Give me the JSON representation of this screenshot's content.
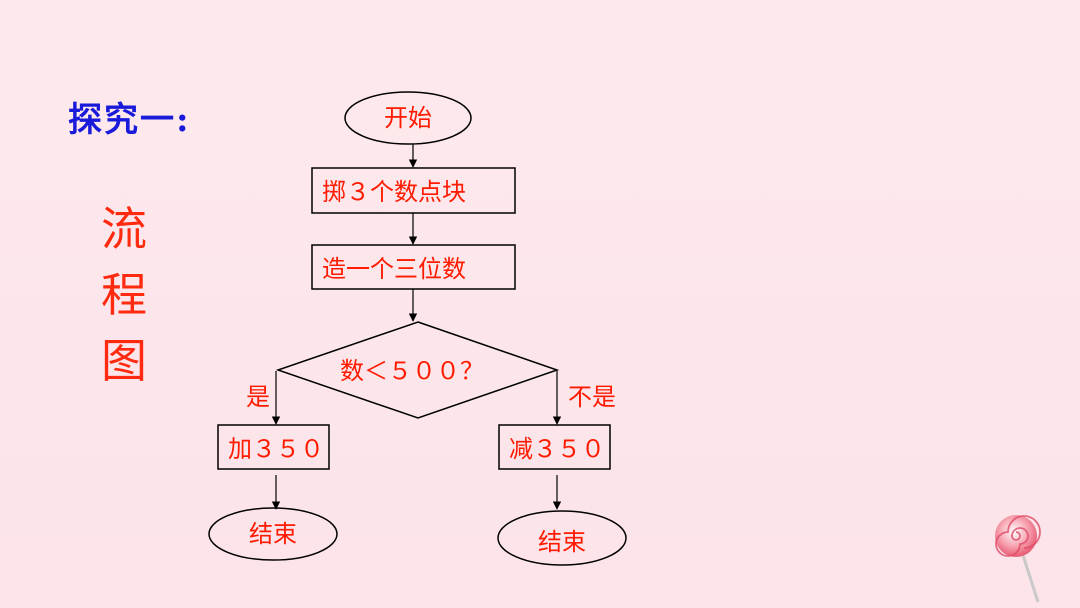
{
  "heading": "探究一:",
  "title_chars": [
    "流",
    "程",
    "图"
  ],
  "flowchart": {
    "start": "开始",
    "step1": "掷３个数点块",
    "step2": "造一个三位数",
    "decision": "数＜５００？",
    "yes_label": "是",
    "no_label": "不是",
    "yes_action": "加３５０",
    "no_action": "减３５０",
    "end_left": "结束",
    "end_right": "结束"
  },
  "colors": {
    "background": "#fde8ec",
    "heading": "#1a1adb",
    "accent_red": "#ff1a00",
    "line": "#000000"
  }
}
